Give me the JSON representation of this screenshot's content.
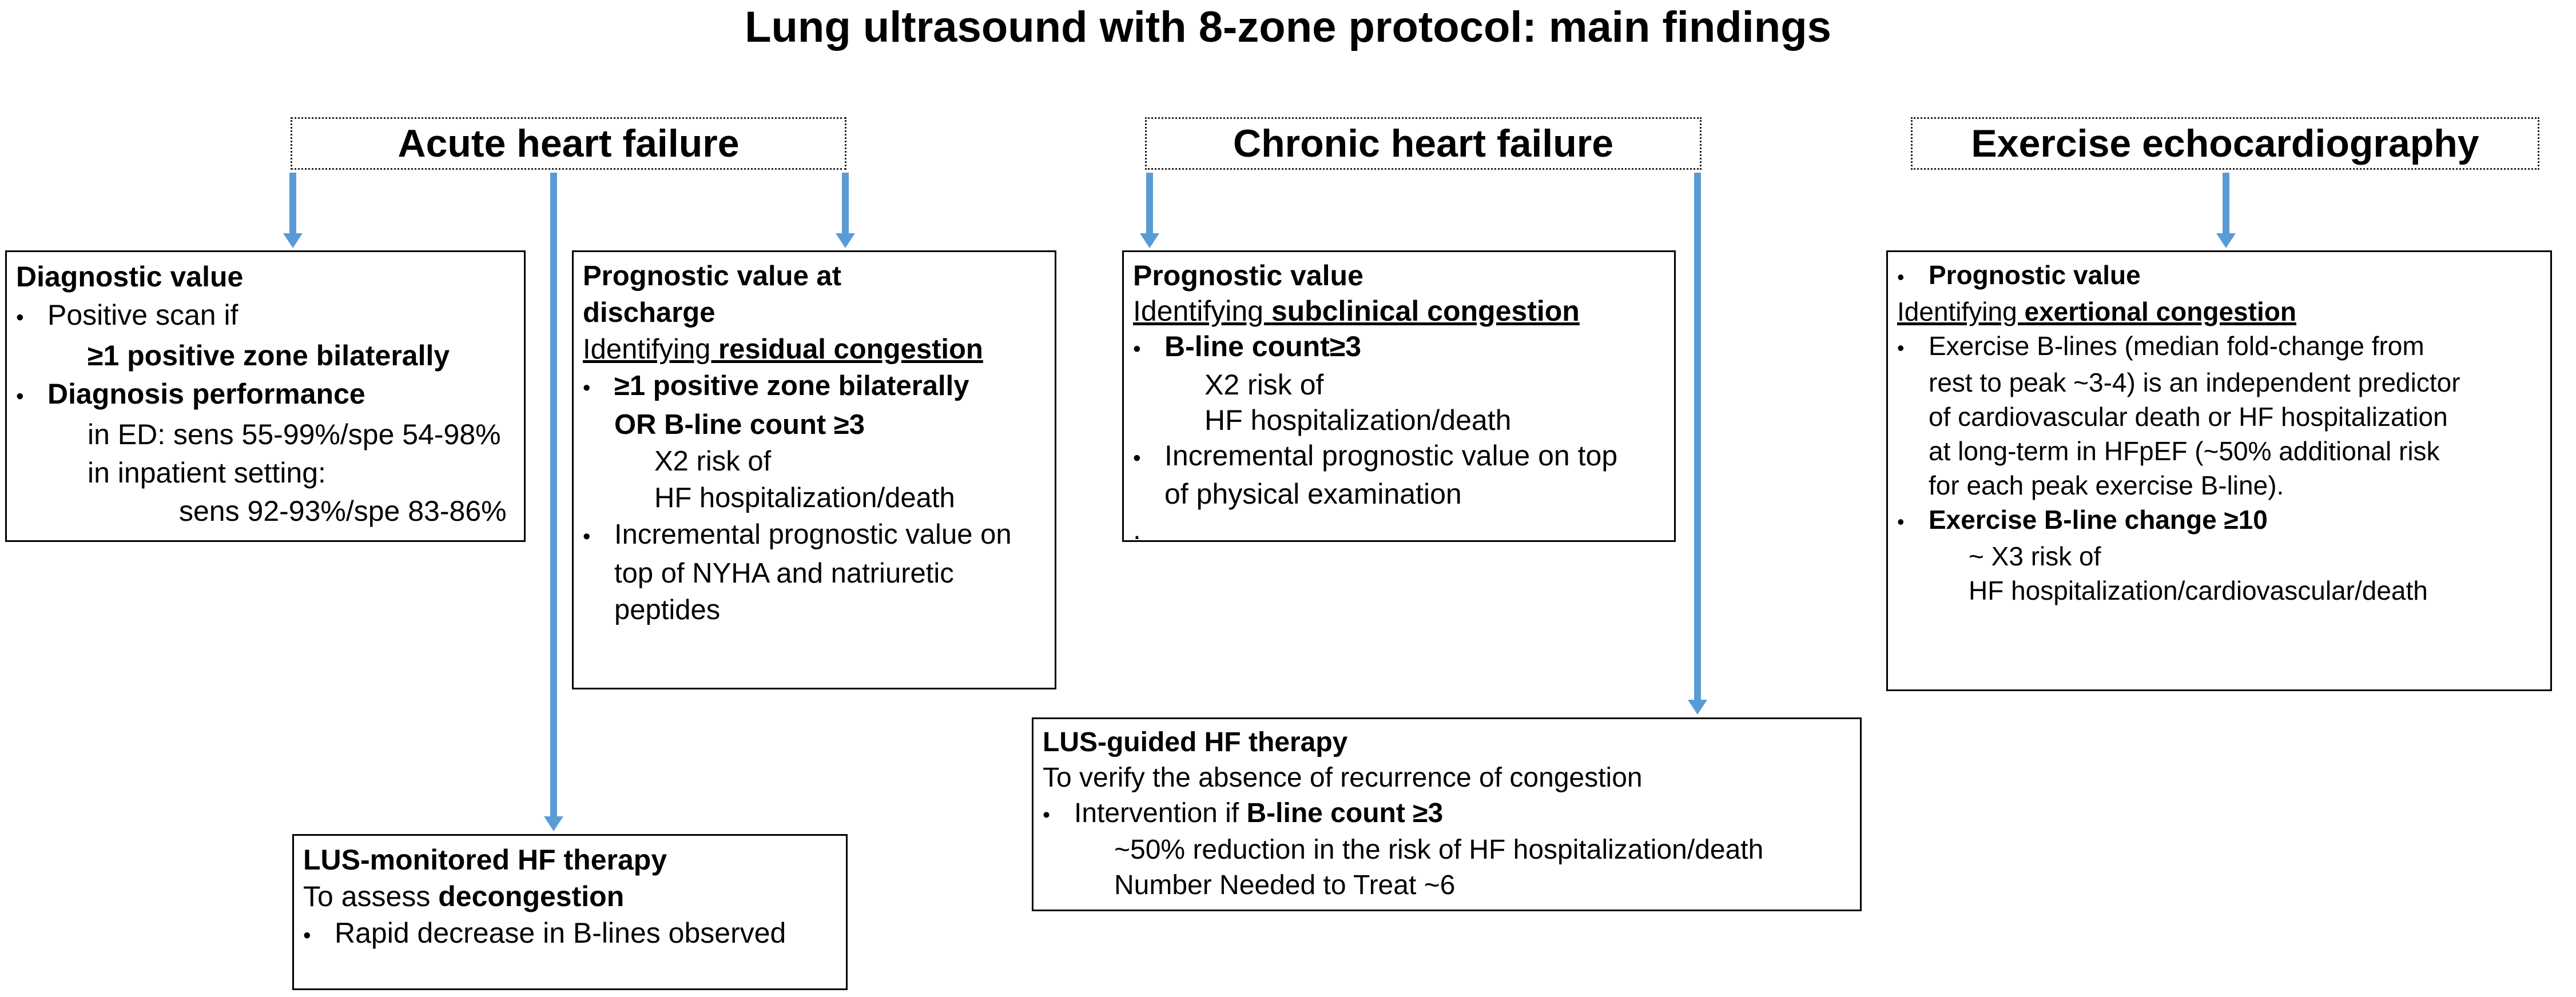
{
  "title": "Lung ultrasound with 8-zone protocol: main findings",
  "colors": {
    "arrow": "#5B9BD5",
    "box_border": "#000000",
    "background": "#FFFFFF"
  },
  "headers": [
    {
      "label": "Acute heart failure"
    },
    {
      "label": "Chronic heart failure"
    },
    {
      "label": "Exercise echocardiography"
    }
  ],
  "boxes": {
    "diagnostic": {
      "lines": [
        {
          "runs": [
            {
              "t": "Diagnostic value",
              "b": true
            }
          ]
        },
        {
          "bullet": true,
          "runs": [
            {
              "t": "Positive scan if"
            }
          ]
        },
        {
          "indent": 2,
          "runs": [
            {
              "t": "≥1 positive zone bilaterally",
              "b": true
            }
          ]
        },
        {
          "bullet": true,
          "runs": [
            {
              "t": "Diagnosis performance",
              "b": true
            }
          ]
        },
        {
          "indent": 2,
          "runs": [
            {
              "t": "in ED: sens 55-99%/spe 54-98%"
            }
          ]
        },
        {
          "indent": 2,
          "runs": [
            {
              "t": "in inpatient setting:"
            }
          ]
        },
        {
          "indent": 3,
          "runs": [
            {
              "t": "sens 92-93%/spe 83-86%"
            }
          ]
        }
      ]
    },
    "prog_discharge": {
      "lines": [
        {
          "runs": [
            {
              "t": "Prognostic value at",
              "b": true
            }
          ]
        },
        {
          "runs": [
            {
              "t": "discharge",
              "b": true
            }
          ]
        },
        {
          "runs": [
            {
              "t": "Identifying ",
              "u": true
            },
            {
              "t": "residual congestion",
              "b": true,
              "u": true
            }
          ]
        },
        {
          "bullet": true,
          "runs": [
            {
              "t": "≥1 positive zone bilaterally",
              "b": true
            }
          ]
        },
        {
          "indent": 1,
          "runs": [
            {
              "t": "OR B-line count ≥3",
              "b": true
            }
          ]
        },
        {
          "indent": 2,
          "runs": [
            {
              "t": "X2 risk of"
            }
          ]
        },
        {
          "indent": 2,
          "runs": [
            {
              "t": "HF hospitalization/death"
            }
          ]
        },
        {
          "bullet": true,
          "runs": [
            {
              "t": "Incremental prognostic value on"
            }
          ]
        },
        {
          "indent": 1,
          "runs": [
            {
              "t": "top of NYHA and natriuretic"
            }
          ]
        },
        {
          "indent": 1,
          "runs": [
            {
              "t": "peptides"
            }
          ]
        }
      ]
    },
    "prog_chronic": {
      "lines": [
        {
          "runs": [
            {
              "t": "Prognostic value",
              "b": true
            }
          ]
        },
        {
          "runs": [
            {
              "t": "Identifying ",
              "u": true
            },
            {
              "t": "subclinical congestion",
              "b": true,
              "u": true
            }
          ]
        },
        {
          "bullet": true,
          "runs": [
            {
              "t": "B-line count≥3",
              "b": true
            }
          ]
        },
        {
          "indent": 2,
          "runs": [
            {
              "t": "X2 risk of"
            }
          ]
        },
        {
          "indent": 2,
          "runs": [
            {
              "t": "HF hospitalization/death"
            }
          ]
        },
        {
          "bullet": true,
          "runs": [
            {
              "t": "Incremental prognostic value on top"
            }
          ]
        },
        {
          "indent": 1,
          "runs": [
            {
              "t": "of physical examination"
            }
          ]
        },
        {
          "runs": [
            {
              "t": "."
            }
          ]
        }
      ]
    },
    "prog_exercise": {
      "lines": [
        {
          "bullet": true,
          "runs": [
            {
              "t": "Prognostic value",
              "b": true
            }
          ]
        },
        {
          "runs": [
            {
              "t": "Identifying ",
              "u": true
            },
            {
              "t": "exertional congestion",
              "b": true,
              "u": true
            }
          ]
        },
        {
          "bullet": true,
          "runs": [
            {
              "t": "Exercise B-lines (median fold-change from"
            }
          ]
        },
        {
          "indent": 1,
          "runs": [
            {
              "t": "rest to peak ~3-4) is an independent predictor"
            }
          ]
        },
        {
          "indent": 1,
          "runs": [
            {
              "t": "of cardiovascular death or HF hospitalization"
            }
          ]
        },
        {
          "indent": 1,
          "runs": [
            {
              "t": "at long-term in HFpEF (~50% additional risk"
            }
          ]
        },
        {
          "indent": 1,
          "runs": [
            {
              "t": "for each peak exercise B-line)."
            }
          ]
        },
        {
          "bullet": true,
          "runs": [
            {
              "t": "Exercise B-line change ≥10",
              "b": true
            }
          ]
        },
        {
          "indent": 2,
          "runs": [
            {
              "t": "~ X3 risk of"
            }
          ]
        },
        {
          "indent": 2,
          "runs": [
            {
              "t": "HF hospitalization/cardiovascular/death"
            }
          ]
        }
      ]
    },
    "lus_monitored": {
      "lines": [
        {
          "runs": [
            {
              "t": "LUS-monitored HF therapy",
              "b": true
            }
          ]
        },
        {
          "runs": [
            {
              "t": "To assess "
            },
            {
              "t": "decongestion",
              "b": true
            }
          ]
        },
        {
          "bullet": true,
          "runs": [
            {
              "t": "Rapid decrease in B-lines observed"
            }
          ]
        }
      ]
    },
    "lus_guided": {
      "lines": [
        {
          "runs": [
            {
              "t": "LUS-guided HF therapy",
              "b": true
            }
          ]
        },
        {
          "runs": [
            {
              "t": "To verify the absence of recurrence of congestion"
            }
          ]
        },
        {
          "bullet": true,
          "runs": [
            {
              "t": "Intervention if "
            },
            {
              "t": "B-line count ≥3",
              "b": true
            }
          ]
        },
        {
          "indent": 2,
          "runs": [
            {
              "t": "~50% reduction in the risk of HF hospitalization/death"
            }
          ]
        },
        {
          "indent": 2,
          "runs": [
            {
              "t": "Number Needed to Treat ~6"
            }
          ]
        }
      ]
    }
  }
}
